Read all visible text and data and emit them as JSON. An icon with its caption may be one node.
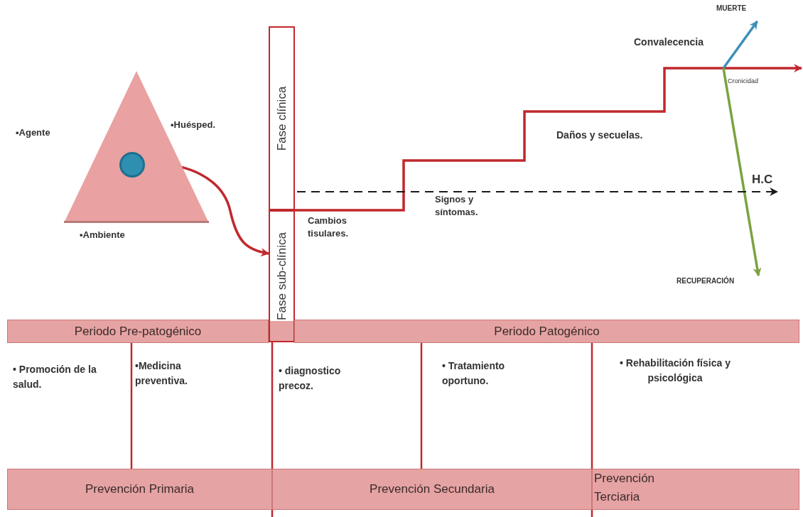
{
  "diagram": {
    "nodes": [
      {
        "text": [],
        "shape": "triangle",
        "beside": [
          "•Agente",
          "•Huésped.",
          "•Ambiente"
        ]
      },
      {
        "text": [],
        "shape": "circle",
        "in": 0
      },
      {
        "text": [
          "Fase clínica"
        ]
      },
      {
        "text": [
          "Fase sub-clínica"
        ]
      },
      {
        "text": [
          "MUERTE"
        ]
      },
      {
        "text": [
          "H.C"
        ]
      },
      {
        "text": [
          "RECUPERACIÓN"
        ]
      },
      {
        "text": [
          "Periodo Pre-patogénico"
        ]
      },
      {
        "text": [
          "Periodo Patogénico"
        ]
      },
      {
        "text": [
          "Prevención Primaria"
        ]
      },
      {
        "text": [
          "Prevención Secundaria"
        ]
      },
      {
        "text": [
          "Prevención Terciaria"
        ]
      }
    ],
    "edges": [
      {
        "from": 1,
        "to": 3,
        "arrow": "to"
      },
      {
        "from": 3,
        "to": null,
        "arrow": "to"
      },
      {
        "from": null,
        "to": 4,
        "arrow": "to",
        "color": "#3d8fb8"
      },
      {
        "from": null,
        "to": 6,
        "arrow": "to",
        "color": "#7ba23f"
      },
      {
        "from": 2,
        "to": 5,
        "arrow": "to",
        "style": "dashed",
        "color": "#1a1a1a"
      }
    ],
    "labels": [
      "Convalecencia",
      "Cronicidad",
      "Daños y secuelas.",
      "Cambios tisulares.",
      "Signos y síntomas.",
      "• Promoción de la salud.",
      "•Medicina preventiva.",
      "• diagnostico precoz.",
      "• Tratamiento oportuno.",
      "• Rehabilitación física y psicológica"
    ]
  }
}
